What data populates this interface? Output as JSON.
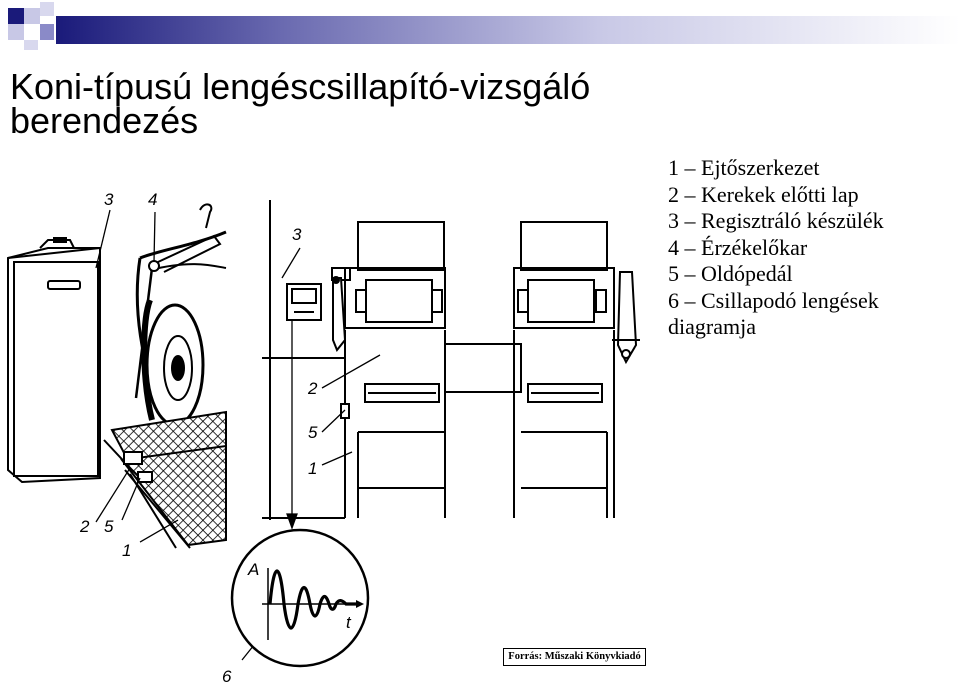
{
  "slide": {
    "title": "Koni-típusú lengéscsillapító-vizsgáló berendezés"
  },
  "legend": {
    "items": [
      "1 – Ejtőszerkezet",
      "2 – Kerekek előtti lap",
      "3 – Regisztráló készülék",
      "4 – Érzékelőkar",
      "5 – Oldópedál",
      "6 – Csillapodó lengések diagramja"
    ]
  },
  "figure": {
    "callouts_left": [
      "3",
      "4",
      "2",
      "5",
      "1"
    ],
    "callouts_right": [
      "3",
      "2",
      "5",
      "1",
      "6"
    ],
    "diagram_axis_y": "A",
    "diagram_axis_x": "t",
    "source": "Forrás: Műszaki Könyvkiadó"
  },
  "colors": {
    "accent_dark": "#1a1a7a",
    "accent_mid": "#8a8ac8",
    "accent_light": "#c8c8e6"
  }
}
